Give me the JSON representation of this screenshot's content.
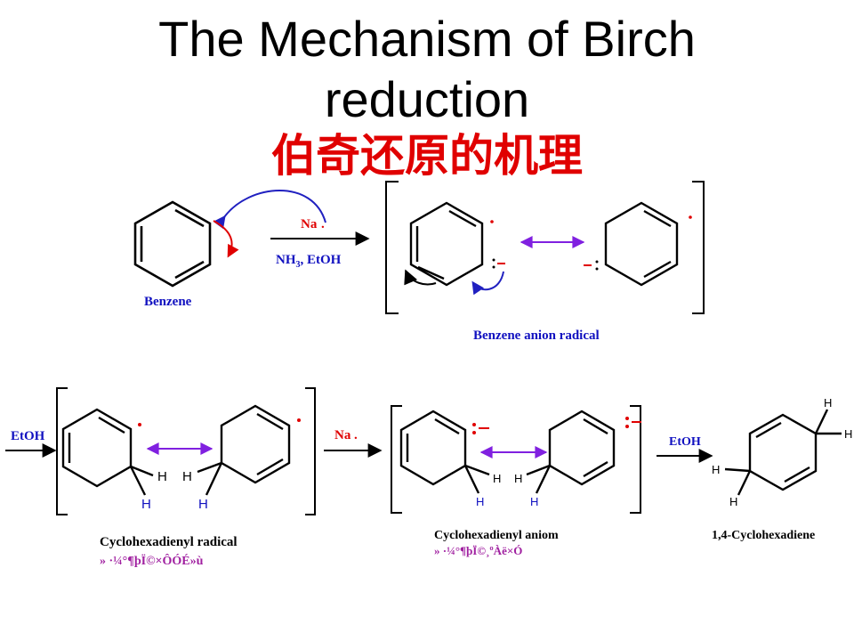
{
  "title": {
    "line1": "The Mechanism of Birch",
    "line2": "reduction",
    "line3": "伯奇还原的机理"
  },
  "reagents": {
    "na_top": "Na",
    "nh3": "NH",
    "nh3_sub": "3",
    "etoh_top": ",  EtOH",
    "etoh_row2": "EtOH",
    "na_row2": "Na",
    "etoh_final": "EtOH"
  },
  "labels": {
    "benzene": "Benzene",
    "anion_radical": "Benzene anion radical",
    "cyclohexadienyl_radical": "Cyclohexadienyl radical",
    "cyclohexadienyl_radical_garbled": "» ·¼°¶þÏ©×ÔÓÉ»ù",
    "cyclohexadienyl_anion": "Cyclohexadienyl aniom",
    "cyclohexadienyl_anion_garbled": "» ·¼°¶þÏ©¸ºÀë×Ó",
    "cyclohexadiene": "1,4-Cyclohexadiene",
    "h": "H"
  },
  "colors": {
    "title_red": "#e00000",
    "reagent_red": "#e00000",
    "label_blue": "#1010c0",
    "arrow_blue": "#2020c0",
    "resonance_purple": "#8020e0",
    "garbled_purple": "#a020a0",
    "radical_red": "#e00000"
  }
}
